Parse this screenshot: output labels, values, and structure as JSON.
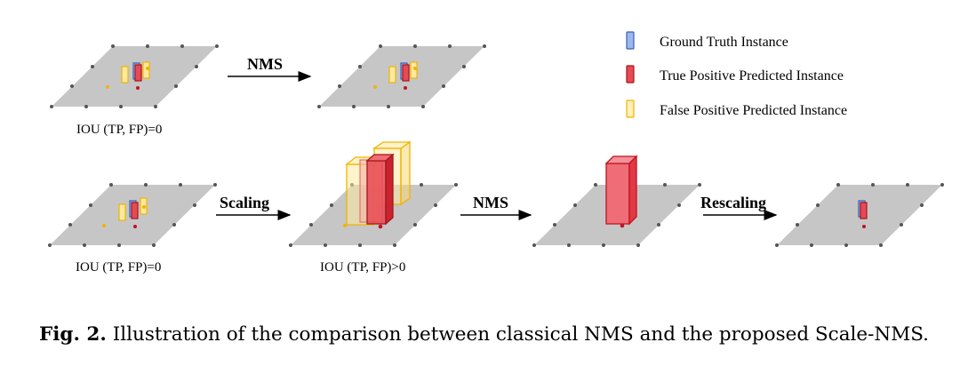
{
  "arrows": {
    "nms_top": "NMS",
    "scaling": "Scaling",
    "nms_bottom": "NMS",
    "rescaling": "Rescaling"
  },
  "labels": {
    "top_left_iou": "IOU (TP, FP)=0",
    "bottom_left_iou": "IOU (TP, FP)=0",
    "bottom_scaled_iou": "IOU (TP, FP)>0"
  },
  "legend": [
    {
      "label": "Ground Truth Instance",
      "color": "#8fb0e8",
      "icon": "blue-box-icon"
    },
    {
      "label": "True Positive Predicted Instance",
      "color": "#e63946",
      "icon": "red-box-icon"
    },
    {
      "label": "False Positive Predicted Instance",
      "color": "#f4c430",
      "icon": "yellow-box-icon"
    }
  ],
  "caption": {
    "prefix": "Fig. 2.",
    "text": " Illustration of the comparison between classical NMS and the proposed Scale-NMS."
  }
}
